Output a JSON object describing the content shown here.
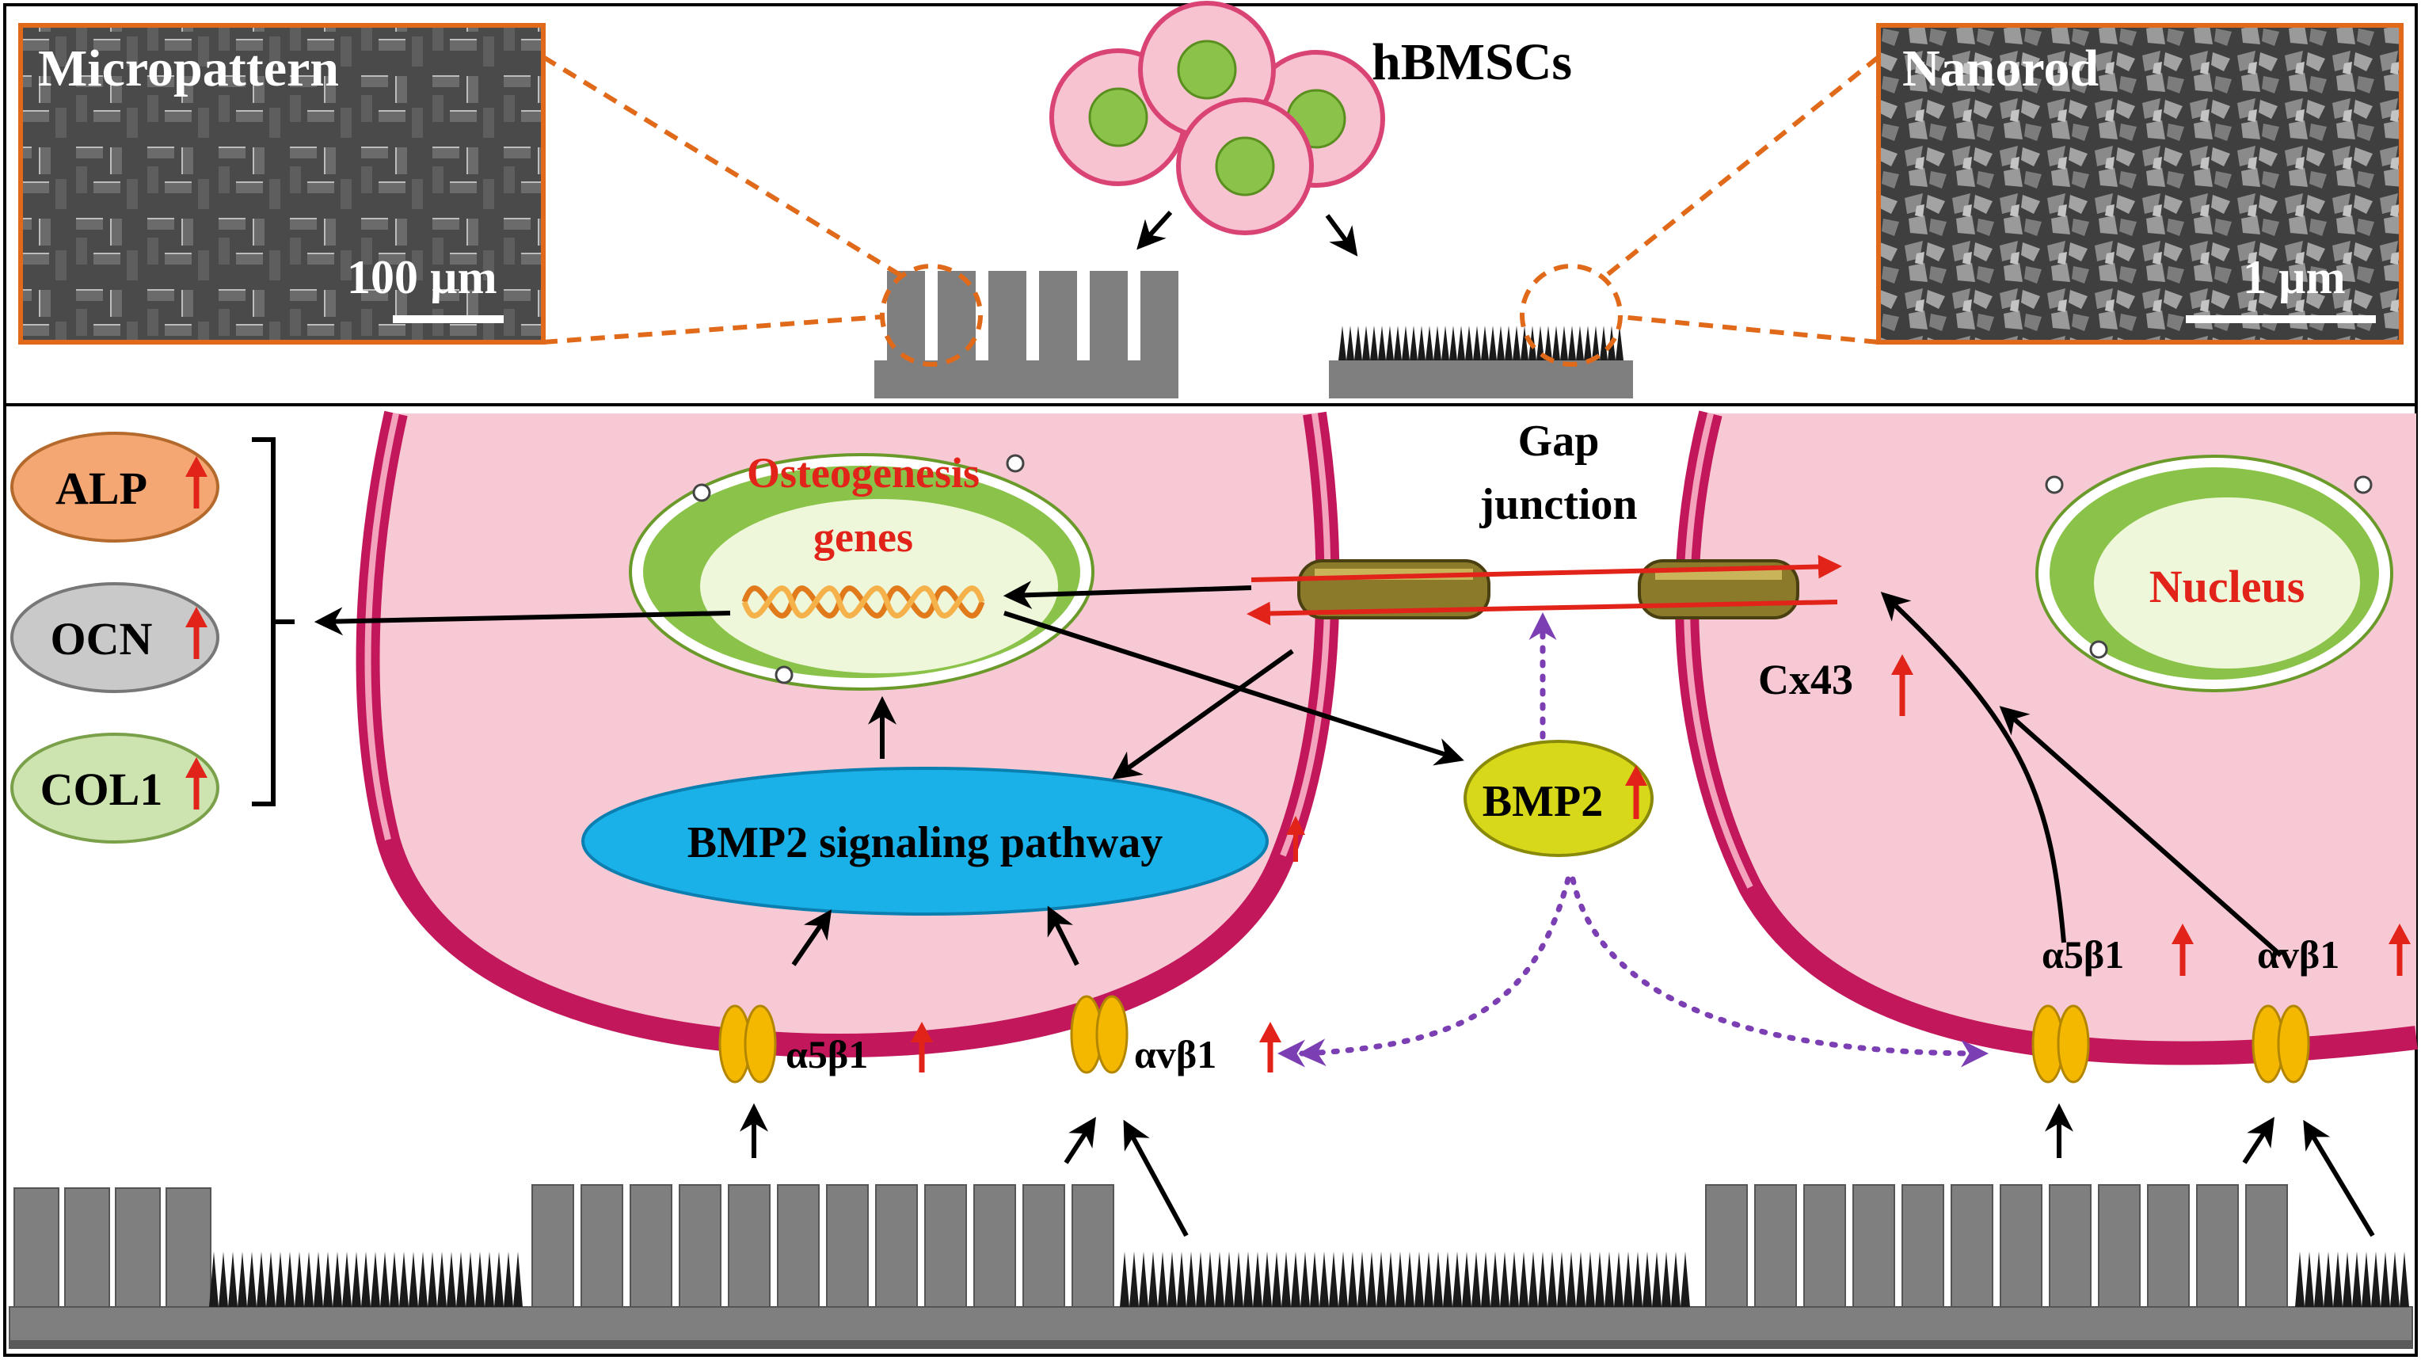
{
  "colors": {
    "cell_fill": "#f7c9d4",
    "membrane": "#c2185b",
    "pillar": "#7f7f7f",
    "nucleus_green": "#8bc34a",
    "nucleus_light": "#eef7d9",
    "label_red": "#e2231a",
    "pathway_blue": "#1ab0e8",
    "bmp2_yellow": "#d8d81a",
    "integrin_gold": "#f5b800",
    "dotted_purple": "#7b3fb3",
    "sem_border": "#e06a1a",
    "alp_fill": "#f5a773",
    "ocn_fill": "#c9c9c9",
    "col1_fill": "#cde3b0"
  },
  "top": {
    "micropattern_label": "Micropattern",
    "micropattern_scale": "100 µm",
    "nanorod_label": "Nanorod",
    "nanorod_scale": "1 µm",
    "cells_label": "hBMSCs"
  },
  "main": {
    "gap_junction": "Gap\njunction",
    "osteogenesis_line1": "Osteogenesis",
    "osteogenesis_line2": "genes",
    "nucleus": "Nucleus",
    "pathway": "BMP2 signaling pathway",
    "bmp2": "BMP2",
    "cx43": "Cx43",
    "integrins": {
      "left_a5b1": "α5β1",
      "left_avb1": "αvβ1",
      "right_a5b1": "α5β1",
      "right_avb1": "αvβ1"
    },
    "markers": [
      "ALP",
      "OCN",
      "COL1"
    ],
    "up_arrow_symbol": "up-arrow-icon"
  }
}
